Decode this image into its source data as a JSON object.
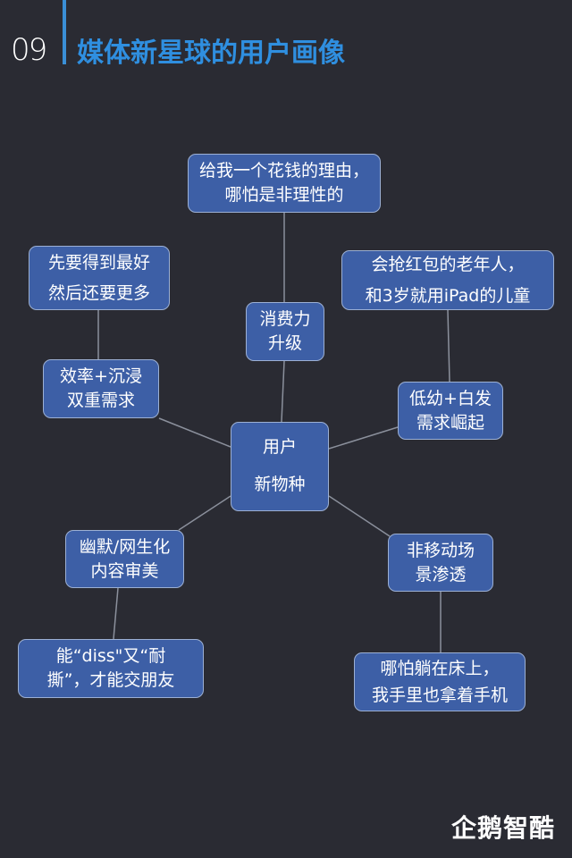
{
  "header": {
    "number": "09",
    "title": "媒体新星球的用户画像"
  },
  "nodes": {
    "center": [
      "用户",
      "新物种"
    ],
    "spend": [
      "消费力",
      "升级"
    ],
    "spend_detail": [
      "给我一个花钱的理由，",
      "哪怕是非理性的"
    ],
    "efficiency": [
      "效率+沉浸",
      "双重需求"
    ],
    "efficiency_detail": [
      "先要得到最好",
      "然后还要更多"
    ],
    "age": [
      "低幼+白发",
      "需求崛起"
    ],
    "age_detail": [
      "会抢红包的老年人，",
      "和3岁就用iPad的儿童"
    ],
    "humor": [
      "幽默/网生化",
      "内容审美"
    ],
    "humor_detail": [
      "能“diss\"又“耐",
      "撕”，才能交朋友"
    ],
    "scene": [
      "非移动场",
      "景渗透"
    ],
    "scene_detail": [
      "哪怕躺在床上，",
      "我手里也拿着手机"
    ]
  },
  "logo": "企鹅智酷",
  "colors": {
    "background": "#2a2b33",
    "node": "#3d5fa6",
    "accent": "#2f8fe0"
  }
}
